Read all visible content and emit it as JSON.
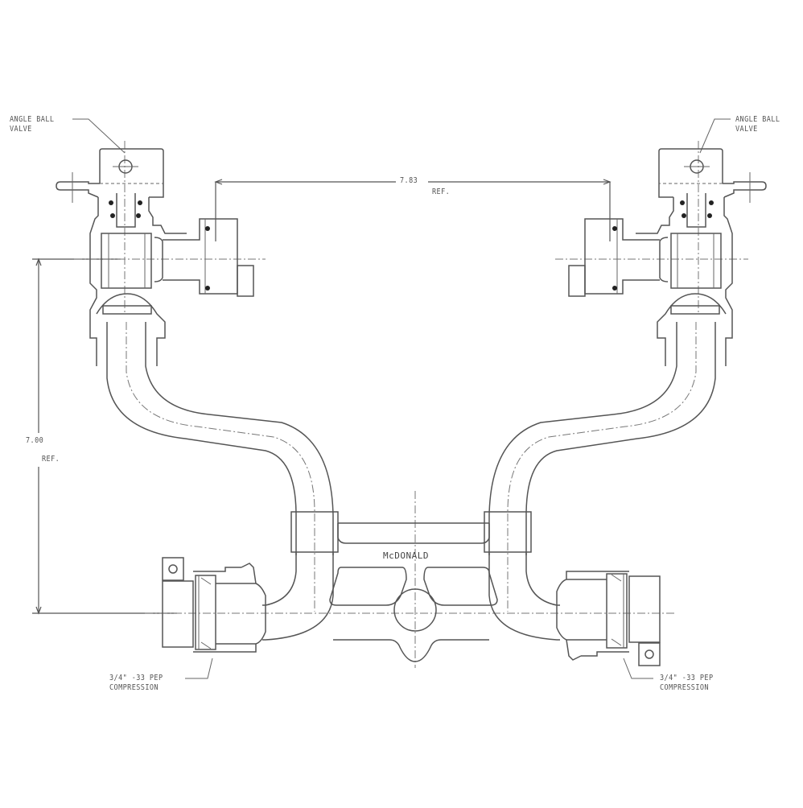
{
  "drawing": {
    "type": "technical-drawing",
    "subject": "meter setter assembly",
    "brand_mark": "McDONALD",
    "labels": {
      "valve_left": [
        "ANGLE BALL",
        "VALVE"
      ],
      "valve_right": [
        "ANGLE BALL",
        "VALVE"
      ],
      "dim_horizontal": {
        "value": "7.83",
        "note": "REF."
      },
      "dim_vertical": {
        "value": "7.00",
        "note": "REF."
      },
      "inlet_left": [
        "3/4\" -33 PEP",
        "COMPRESSION"
      ],
      "inlet_right": [
        "3/4\" -33 PEP",
        "COMPRESSION"
      ]
    },
    "colors": {
      "line": "#555555",
      "background": "#ffffff"
    }
  }
}
